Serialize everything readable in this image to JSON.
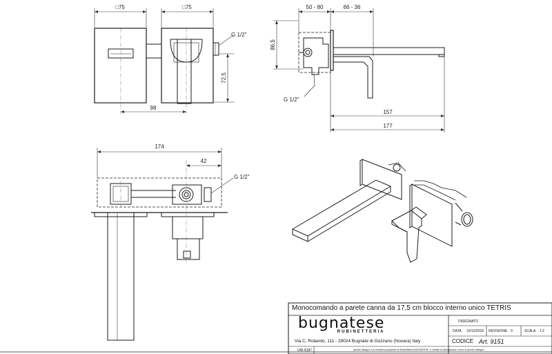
{
  "dimensions": {
    "plate_left": "□75",
    "plate_right": "□75",
    "inlet_range": "50 - 80",
    "spout_range": "66 - 36",
    "height_865": "86,5",
    "height_725": "72,5",
    "center_98": "98",
    "spout_157": "157",
    "total_177": "177",
    "width_174": "174",
    "offset_42": "42",
    "thread_front": "G 1/2\"",
    "thread_side": "G 1/2\"",
    "thread_plan": "G 1/2\""
  },
  "title_block": {
    "title": "Monocomando a parete canna da 17,5 cm blocco interno unico TETRIS",
    "brand": "bugnatese",
    "brand_sub": "RUBINETTERIA",
    "address": "Via C. Rolando, 111 - 28024 Bugnate di Gozzano (Novara) Italy",
    "designer_label": "DISEGNATO",
    "date_label": "DATA",
    "date_value": "10/12/2018",
    "revision_label": "REVISIONE",
    "revision_value": "0",
    "scale_label": "SCALA",
    "scale_value": "1:2",
    "code_label": "CODICE",
    "code_value": "Art. 9151",
    "norm_code": "UNI 8187",
    "disclaimer": "questo disegno è di esclusiva proprietà di Rubinetteria BUGNATESE, è vietata la divulgazione a terzi di questo disegno"
  },
  "colors": {
    "line": "#1a1a1a",
    "dim_line": "#333333",
    "hidden": "#444444"
  }
}
